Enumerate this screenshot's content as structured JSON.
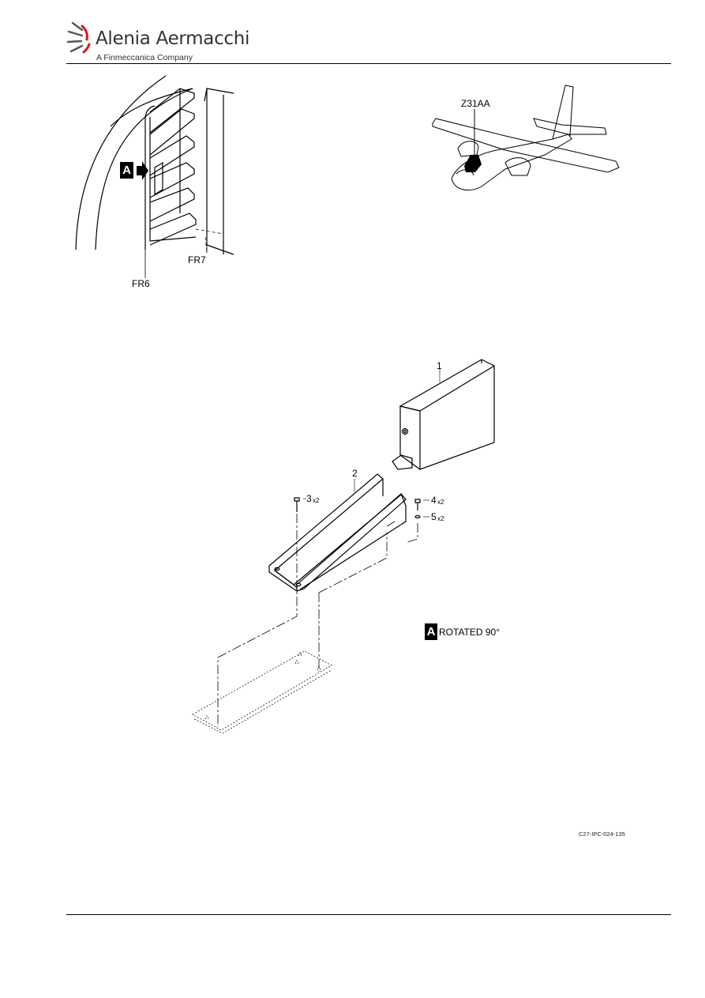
{
  "header": {
    "brand_name": "Alenia Aermacchi",
    "brand_subtitle": "A Finmeccanica Company"
  },
  "detail_view": {
    "frame_left": "FR6",
    "frame_right": "FR7",
    "view_marker": "A"
  },
  "locator": {
    "zone_label": "Z31AA"
  },
  "parts": {
    "item_1": "1",
    "item_2": "2",
    "item_3": "3",
    "item_3_qty": "x2",
    "item_4": "4",
    "item_4_qty": "x2",
    "item_5": "5",
    "item_5_qty": "x2"
  },
  "view_note": {
    "marker": "A",
    "text": "ROTATED 90°"
  },
  "figure_id": "C27-IPC-024-135"
}
